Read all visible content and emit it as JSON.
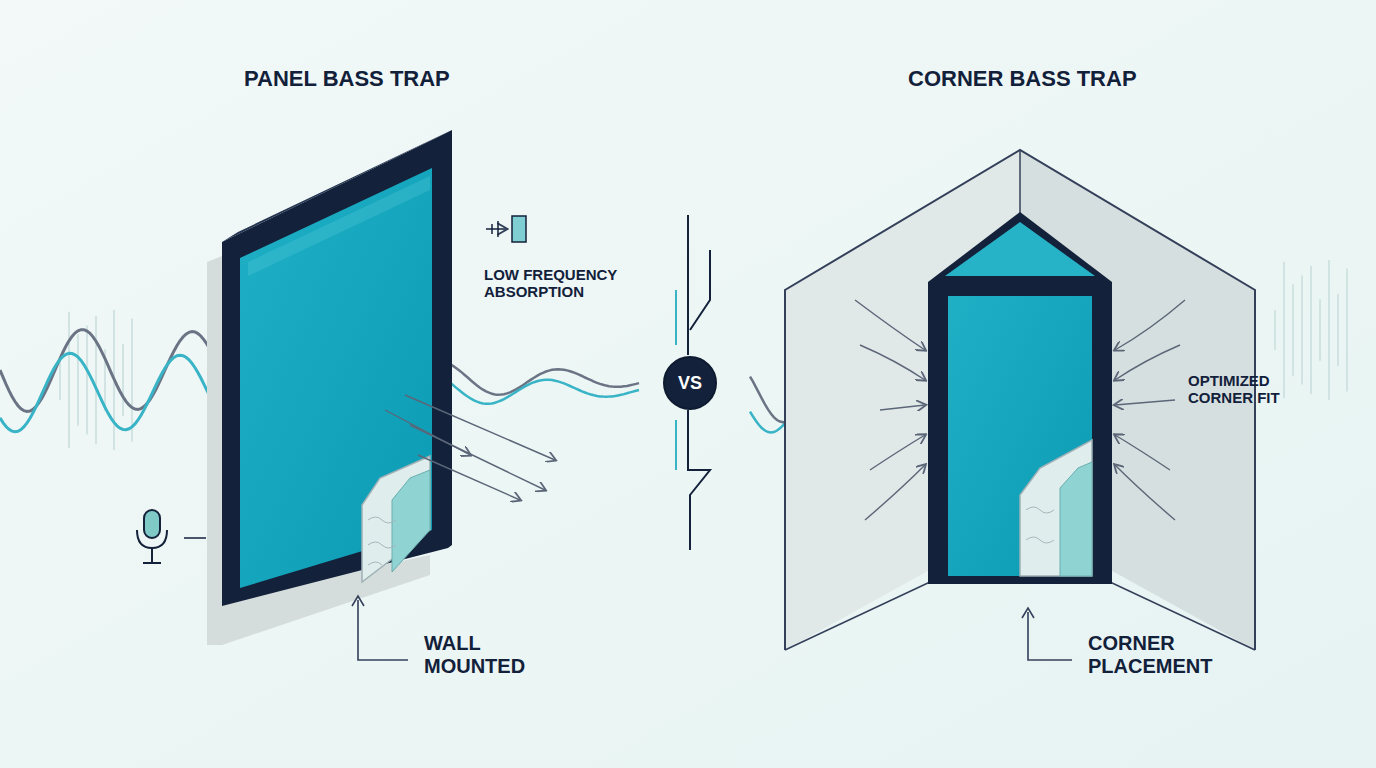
{
  "diagram": {
    "nodes": [
      {
        "text": [
          "VS"
        ]
      }
    ],
    "labels": [
      "PANEL BASS TRAP",
      "CORNER BASS TRAP",
      "LOW FREQUENCY ABSORPTION",
      "WALL MOUNTED",
      "OPTIMIZED CORNER FIT",
      "CORNER PLACEMENT"
    ]
  }
}
